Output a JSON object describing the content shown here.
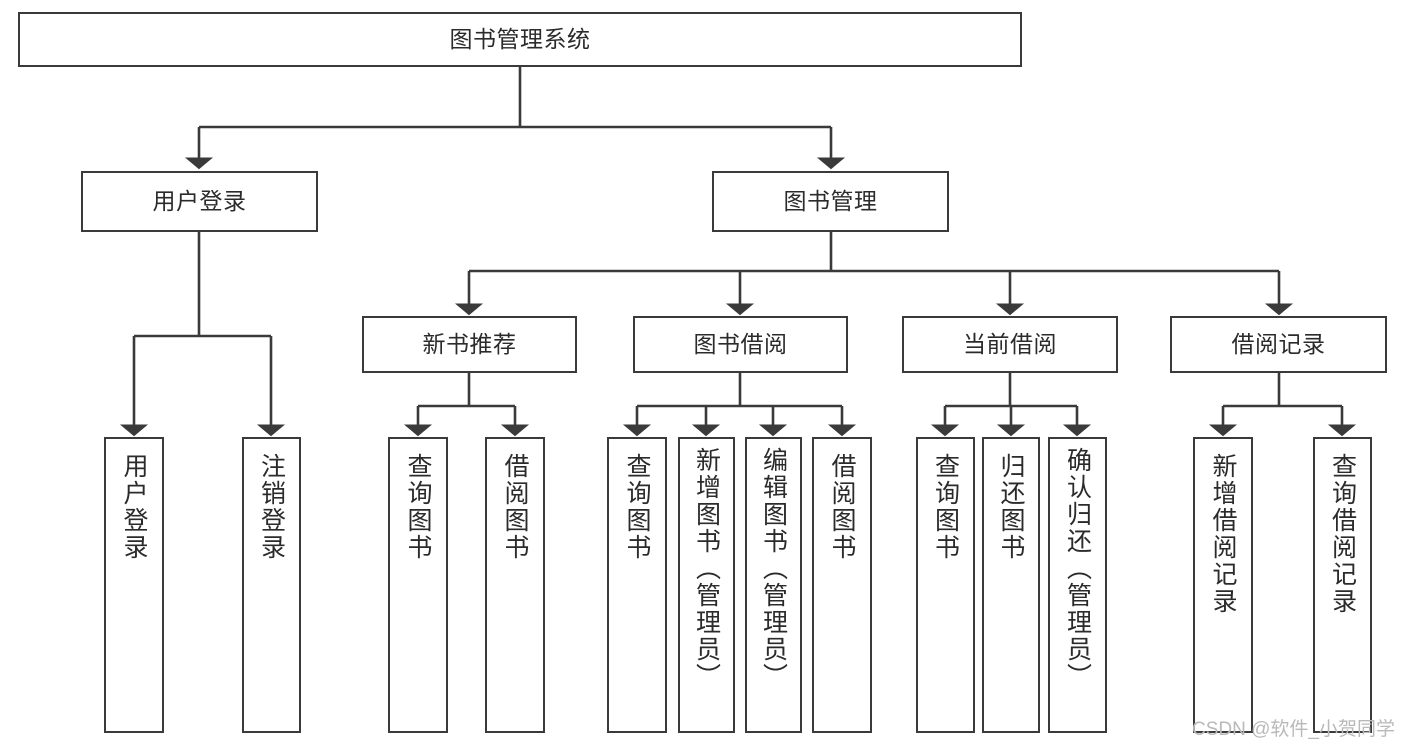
{
  "diagram": {
    "title": "图书管理系统",
    "type": "tree-hierarchy-chart",
    "colors": {
      "background": "#ffffff",
      "box_border": "#3a3a3a",
      "connector": "#3a3a3a",
      "text": "#2b2b2b",
      "watermark": "#b9b9b9"
    },
    "root": {
      "label": "图书管理系统"
    },
    "level2": [
      {
        "label": "用户登录"
      },
      {
        "label": "图书管理"
      }
    ],
    "level3": [
      {
        "label": "新书推荐"
      },
      {
        "label": "图书借阅"
      },
      {
        "label": "当前借阅"
      },
      {
        "label": "借阅记录"
      }
    ],
    "leaves": {
      "user_login": [
        {
          "label": "用户登录"
        },
        {
          "label": "注销登录"
        }
      ],
      "new_book_recommend": [
        {
          "label": "查询图书"
        },
        {
          "label": "借阅图书"
        }
      ],
      "book_borrow": [
        {
          "label": "查询图书"
        },
        {
          "label": "新增图书（管理员）"
        },
        {
          "label": "编辑图书（管理员）"
        },
        {
          "label": "借阅图书"
        }
      ],
      "current_borrow": [
        {
          "label": "查询图书"
        },
        {
          "label": "归还图书"
        },
        {
          "label": "确认归还（管理员）"
        }
      ],
      "borrow_record": [
        {
          "label": "新增借阅记录"
        },
        {
          "label": "查询借阅记录"
        }
      ]
    }
  },
  "watermark": {
    "text": "CSDN @软件_小贺同学"
  }
}
